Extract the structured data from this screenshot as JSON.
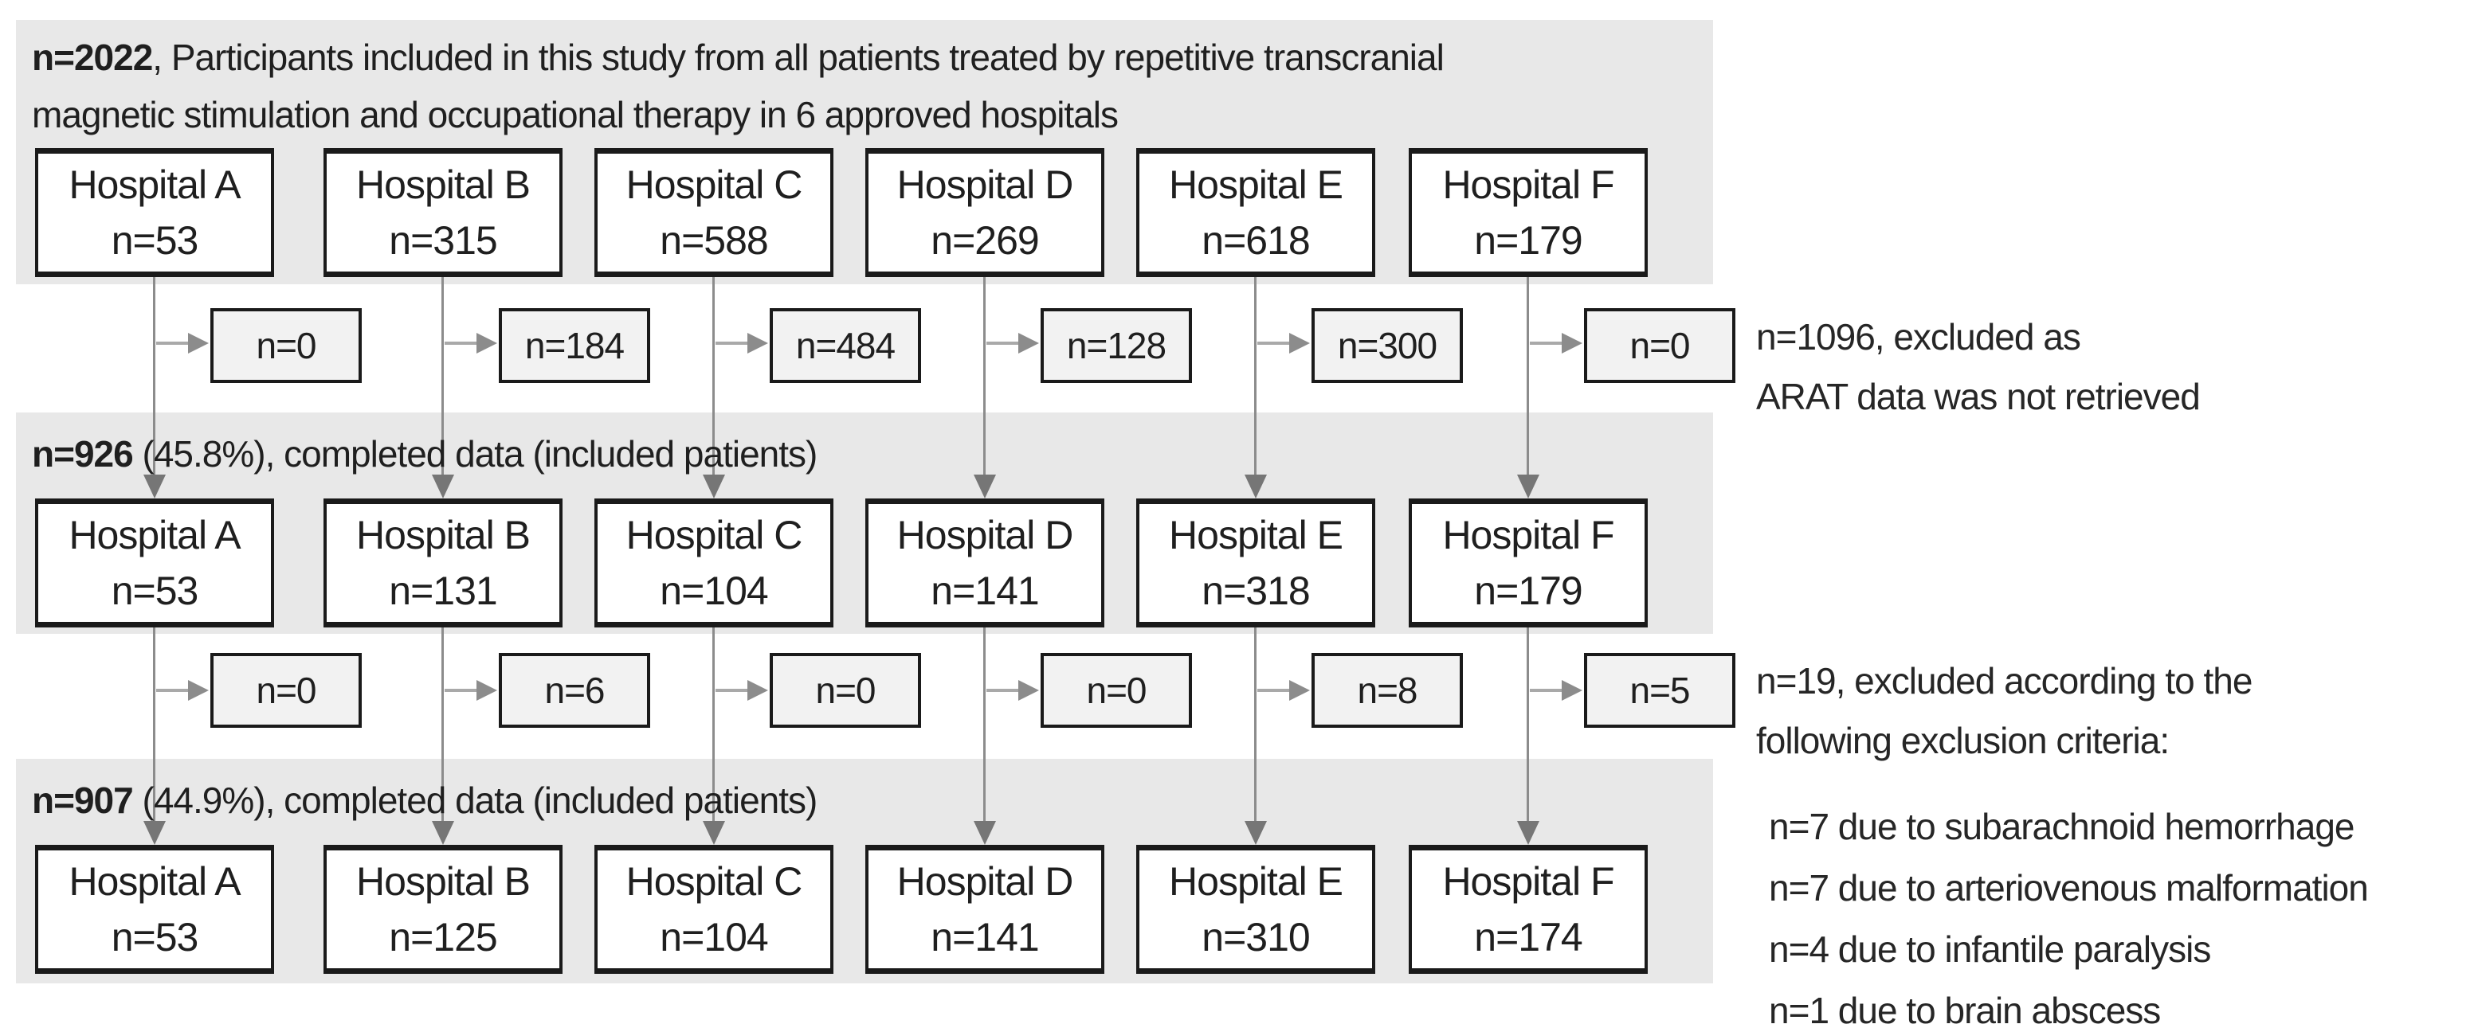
{
  "diagram_title": "Study participant flow diagram",
  "colors": {
    "band_background": "#e8e8e8",
    "hospital_box_fill": "#ffffff",
    "exclusion_box_fill": "#f2f2f2",
    "box_border": "#1a1a1a",
    "flow_arrow": "#767676",
    "branch_arrow": "#8c8c8c",
    "text": "#1f1f1f"
  },
  "stages": [
    {
      "count": "n=2022",
      "desc": ", Participants included in this study from all patients treated by repetitive transcranial magnetic stimulation and occupational therapy in 6 approved hospitals",
      "hospitals": [
        {
          "name": "Hospital A",
          "n": "n=53"
        },
        {
          "name": "Hospital B",
          "n": "n=315"
        },
        {
          "name": "Hospital C",
          "n": "n=588"
        },
        {
          "name": "Hospital D",
          "n": "n=269"
        },
        {
          "name": "Hospital E",
          "n": "n=618"
        },
        {
          "name": "Hospital F",
          "n": "n=179"
        }
      ]
    },
    {
      "count": "n=926",
      "desc": " (45.8%), completed data (included patients)",
      "hospitals": [
        {
          "name": "Hospital A",
          "n": "n=53"
        },
        {
          "name": "Hospital B",
          "n": "n=131"
        },
        {
          "name": "Hospital C",
          "n": "n=104"
        },
        {
          "name": "Hospital D",
          "n": "n=141"
        },
        {
          "name": "Hospital E",
          "n": "n=318"
        },
        {
          "name": "Hospital F",
          "n": "n=179"
        }
      ]
    },
    {
      "count": "n=907",
      "desc": " (44.9%), completed data (included patients)",
      "hospitals": [
        {
          "name": "Hospital A",
          "n": "n=53"
        },
        {
          "name": "Hospital B",
          "n": "n=125"
        },
        {
          "name": "Hospital C",
          "n": "n=104"
        },
        {
          "name": "Hospital D",
          "n": "n=141"
        },
        {
          "name": "Hospital E",
          "n": "n=310"
        },
        {
          "name": "Hospital F",
          "n": "n=174"
        }
      ]
    }
  ],
  "exclusions": [
    {
      "boxes": [
        "n=0",
        "n=184",
        "n=484",
        "n=128",
        "n=300",
        "n=0"
      ],
      "note_line1": "n=1096, excluded as",
      "note_line2": "ARAT data was not retrieved"
    },
    {
      "boxes": [
        "n=0",
        "n=6",
        "n=0",
        "n=0",
        "n=8",
        "n=5"
      ],
      "note_line1": "n=19, excluded according to the",
      "note_line2": "following exclusion criteria:",
      "criteria": [
        "n=7 due to subarachnoid hemorrhage",
        "n=7 due to arteriovenous malformation",
        "n=4 due to infantile paralysis",
        "n=1 due to brain abscess"
      ]
    }
  ]
}
